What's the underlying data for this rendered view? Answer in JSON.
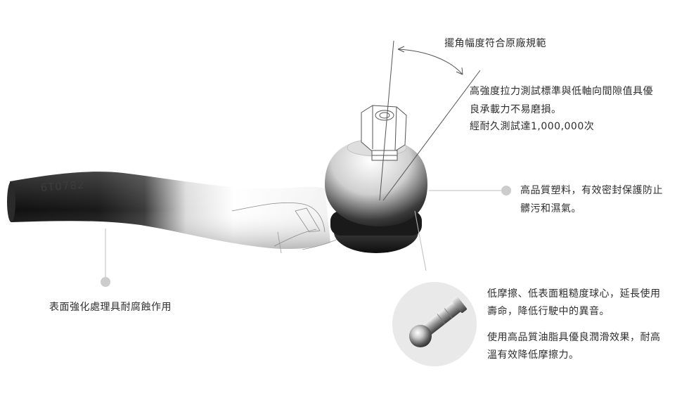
{
  "annotations": {
    "swing_angle": "擺角幅度符合原廠規範",
    "tensile_line1": "高強度拉力測試標準與低軸向間隙值具優",
    "tensile_line2": "良承載力不易磨損。",
    "durability": "經耐久測試達1,000,000次",
    "plastic_line1": "高品質塑料，有效密封保護防止",
    "plastic_line2": "髒污和濕氣。",
    "surface": "表面強化處理具耐腐蝕作用",
    "friction_line1": "低摩擦、低表面粗糙度球心，延長使用",
    "friction_line2": "壽命，降低行駛中的異音。",
    "grease_line1": "使用高品質油脂具優良潤滑效果，耐高",
    "grease_line2": "溫有效降低摩擦力。"
  },
  "part_marking": "6T0782",
  "colors": {
    "text": "#2e2e2e",
    "dot": "#cccccc",
    "line": "#9a9a9a",
    "circle_bg": "#e9e9e9"
  }
}
